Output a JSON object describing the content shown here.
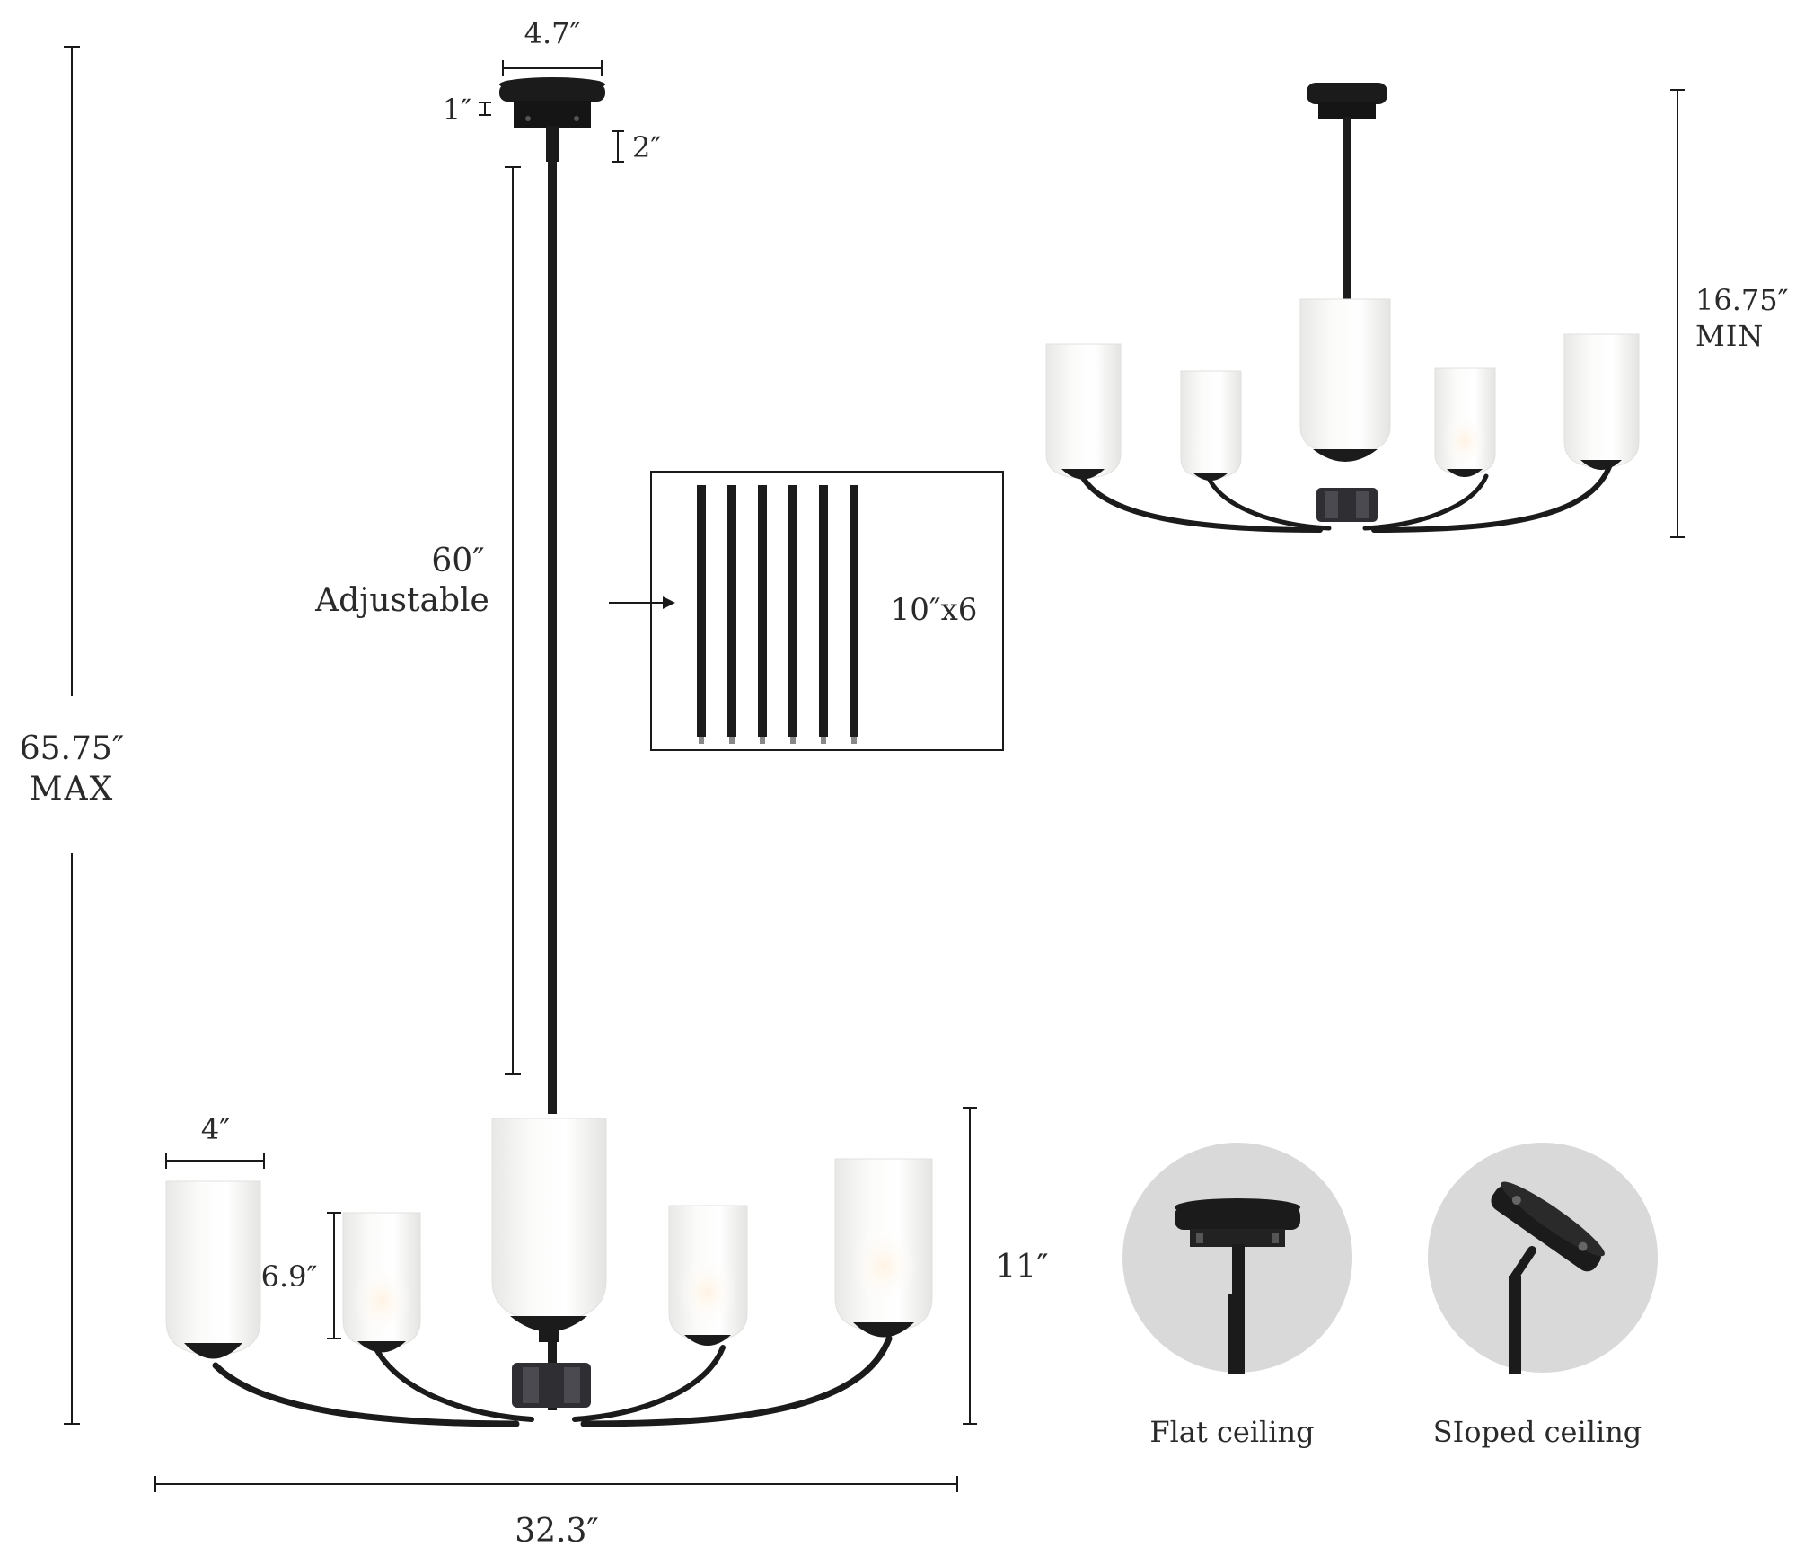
{
  "dimensions": {
    "canopy_width": "4.7″",
    "canopy_height": "1″",
    "canopy_stem": "2″",
    "rod_length": "60″",
    "rod_note": "Adjustable",
    "overall_max": "65.75″",
    "overall_max_label": "MAX",
    "shade_width": "4″",
    "shade_height": "6.9″",
    "body_height": "11″",
    "body_width": "32.3″",
    "overall_min": "16.75″",
    "overall_min_label": "MIN"
  },
  "rods": {
    "label": "10″x6",
    "count": 6
  },
  "mounting": {
    "flat_label": "Flat ceiling",
    "sloped_label": "SIoped ceiling"
  },
  "colors": {
    "metal": "#1b1b1b",
    "glass": "#f3f3f1",
    "detail_circle": "#d9d9d9"
  }
}
